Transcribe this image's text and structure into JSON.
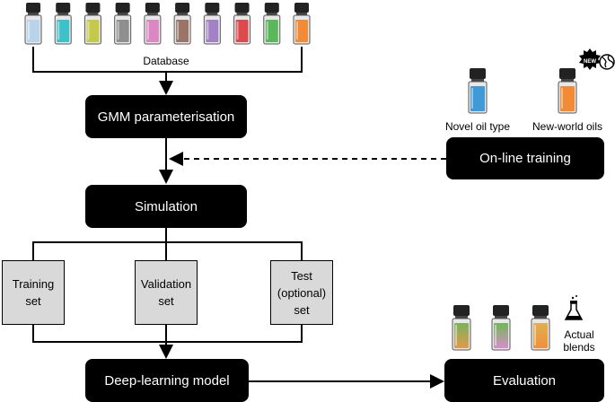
{
  "database": {
    "label": "Database",
    "vial_colors": [
      "#b9d3ea",
      "#3cc2c8",
      "#c5c94a",
      "#8f8f8f",
      "#dd86c4",
      "#9a7567",
      "#a281c6",
      "#db4a4d",
      "#5ab85a",
      "#f28a36"
    ]
  },
  "nodes": {
    "gmm": "GMM parameterisation",
    "simulation": "Simulation",
    "online_training": "On-line training",
    "deep_learning": "Deep-learning model",
    "evaluation": "Evaluation"
  },
  "sets": {
    "training": "Training\nset",
    "validation": "Validation\nset",
    "test": "Test\n(optional)\nset"
  },
  "new_vials": {
    "novel_label": "Novel oil type",
    "novel_color": "#3f9ad6",
    "newworld_label": "New-world oils",
    "newworld_color": "#f28a36",
    "badge": "NEW"
  },
  "blends": {
    "label": "Actual\nblends",
    "gradients": [
      [
        "#7ab35a",
        "#e09a50"
      ],
      [
        "#6fb858",
        "#d68ec8"
      ],
      [
        "#e0b050",
        "#f0903a"
      ]
    ]
  }
}
